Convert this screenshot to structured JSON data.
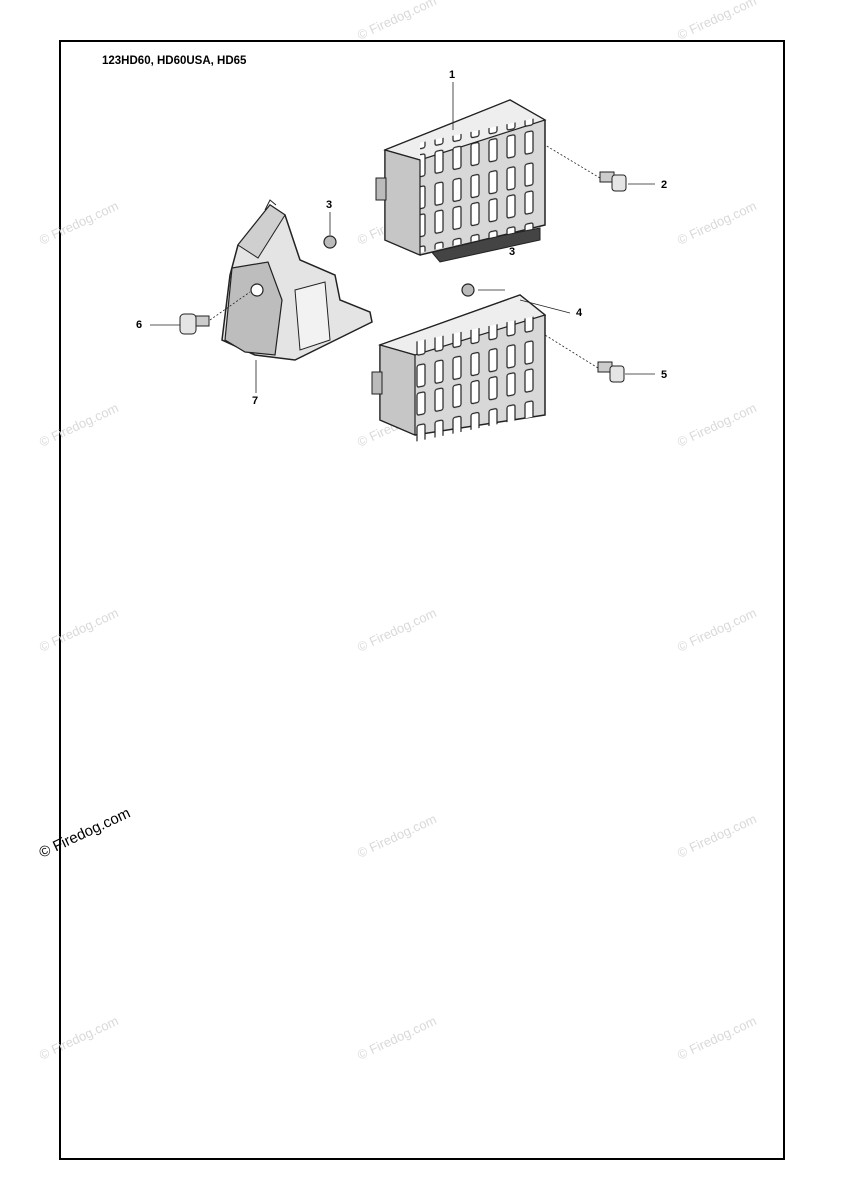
{
  "header": {
    "models": "123HD60, HD60USA, HD65"
  },
  "callouts": [
    "1",
    "2",
    "3",
    "3",
    "4",
    "5",
    "6",
    "7"
  ],
  "watermark": {
    "text": "© Firedog.com"
  }
}
